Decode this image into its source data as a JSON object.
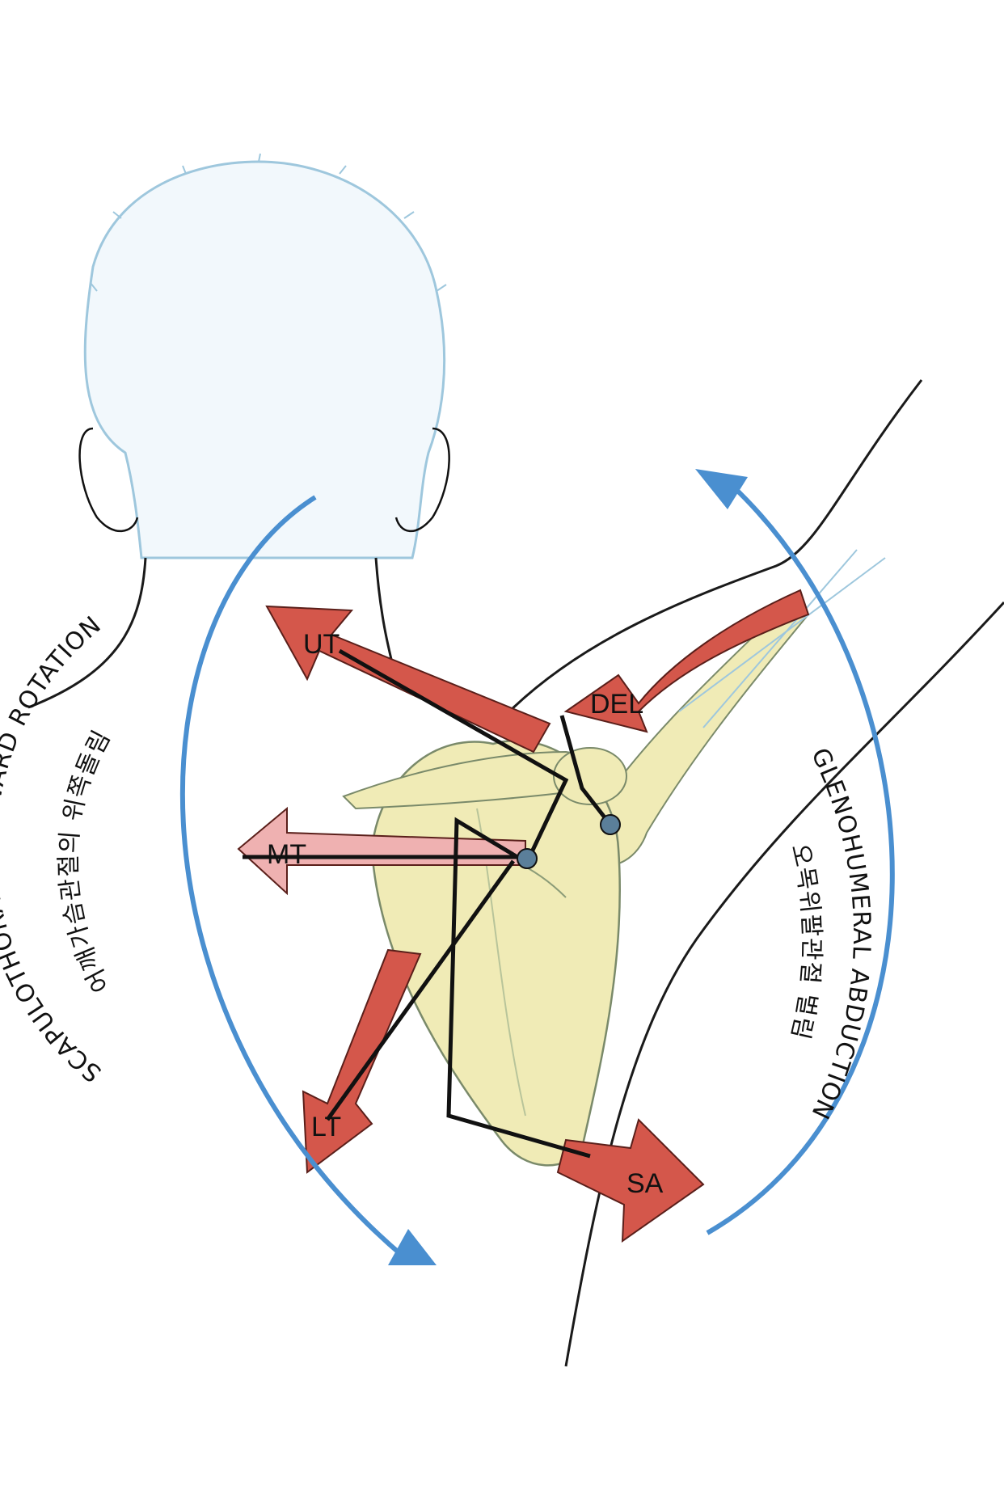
{
  "labels": {
    "scapulothoracic_en": "SCAPULOTHORACIC UPWARD ROTATION",
    "scapulothoracic_ko": "어깨가슴관절의 위쪽돌림",
    "glenohumeral_en": "GLENOHUMERAL ABDUCTION",
    "glenohumeral_ko": "오목위팔관절 벌림"
  },
  "muscles": {
    "ut": "UT",
    "mt": "MT",
    "lt": "LT",
    "del": "DEL",
    "sa": "SA"
  },
  "colors": {
    "muscle_red": "#d4574b",
    "muscle_pink": "#efb1b1",
    "bone": "#f0ebb6",
    "rotation_arrow": "#4a8fd0",
    "outline": "#1a1a1a",
    "head_outline": "#9ec7dd",
    "head_fill": "#f2f8fc",
    "joint_dot": "#5b7f9a"
  }
}
